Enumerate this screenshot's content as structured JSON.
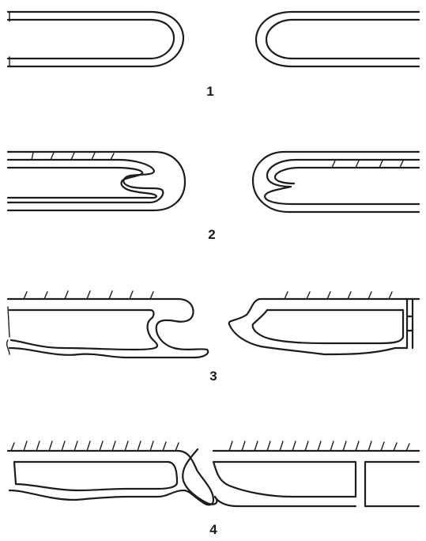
{
  "stages": [
    {
      "label": "1"
    },
    {
      "label": "2"
    },
    {
      "label": "3"
    },
    {
      "label": "4"
    }
  ],
  "colors": {
    "ink": "#1c1c1c",
    "background": "#ffffff"
  }
}
